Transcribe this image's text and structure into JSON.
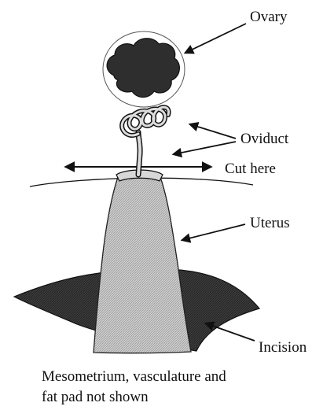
{
  "labels": {
    "ovary": "Ovary",
    "oviduct": "Oviduct",
    "cut_here": "Cut here",
    "uterus": "Uterus",
    "incision": "Incision"
  },
  "caption": {
    "line1": "Mesometrium, vasculature and",
    "line2": "fat pad not shown"
  }
}
